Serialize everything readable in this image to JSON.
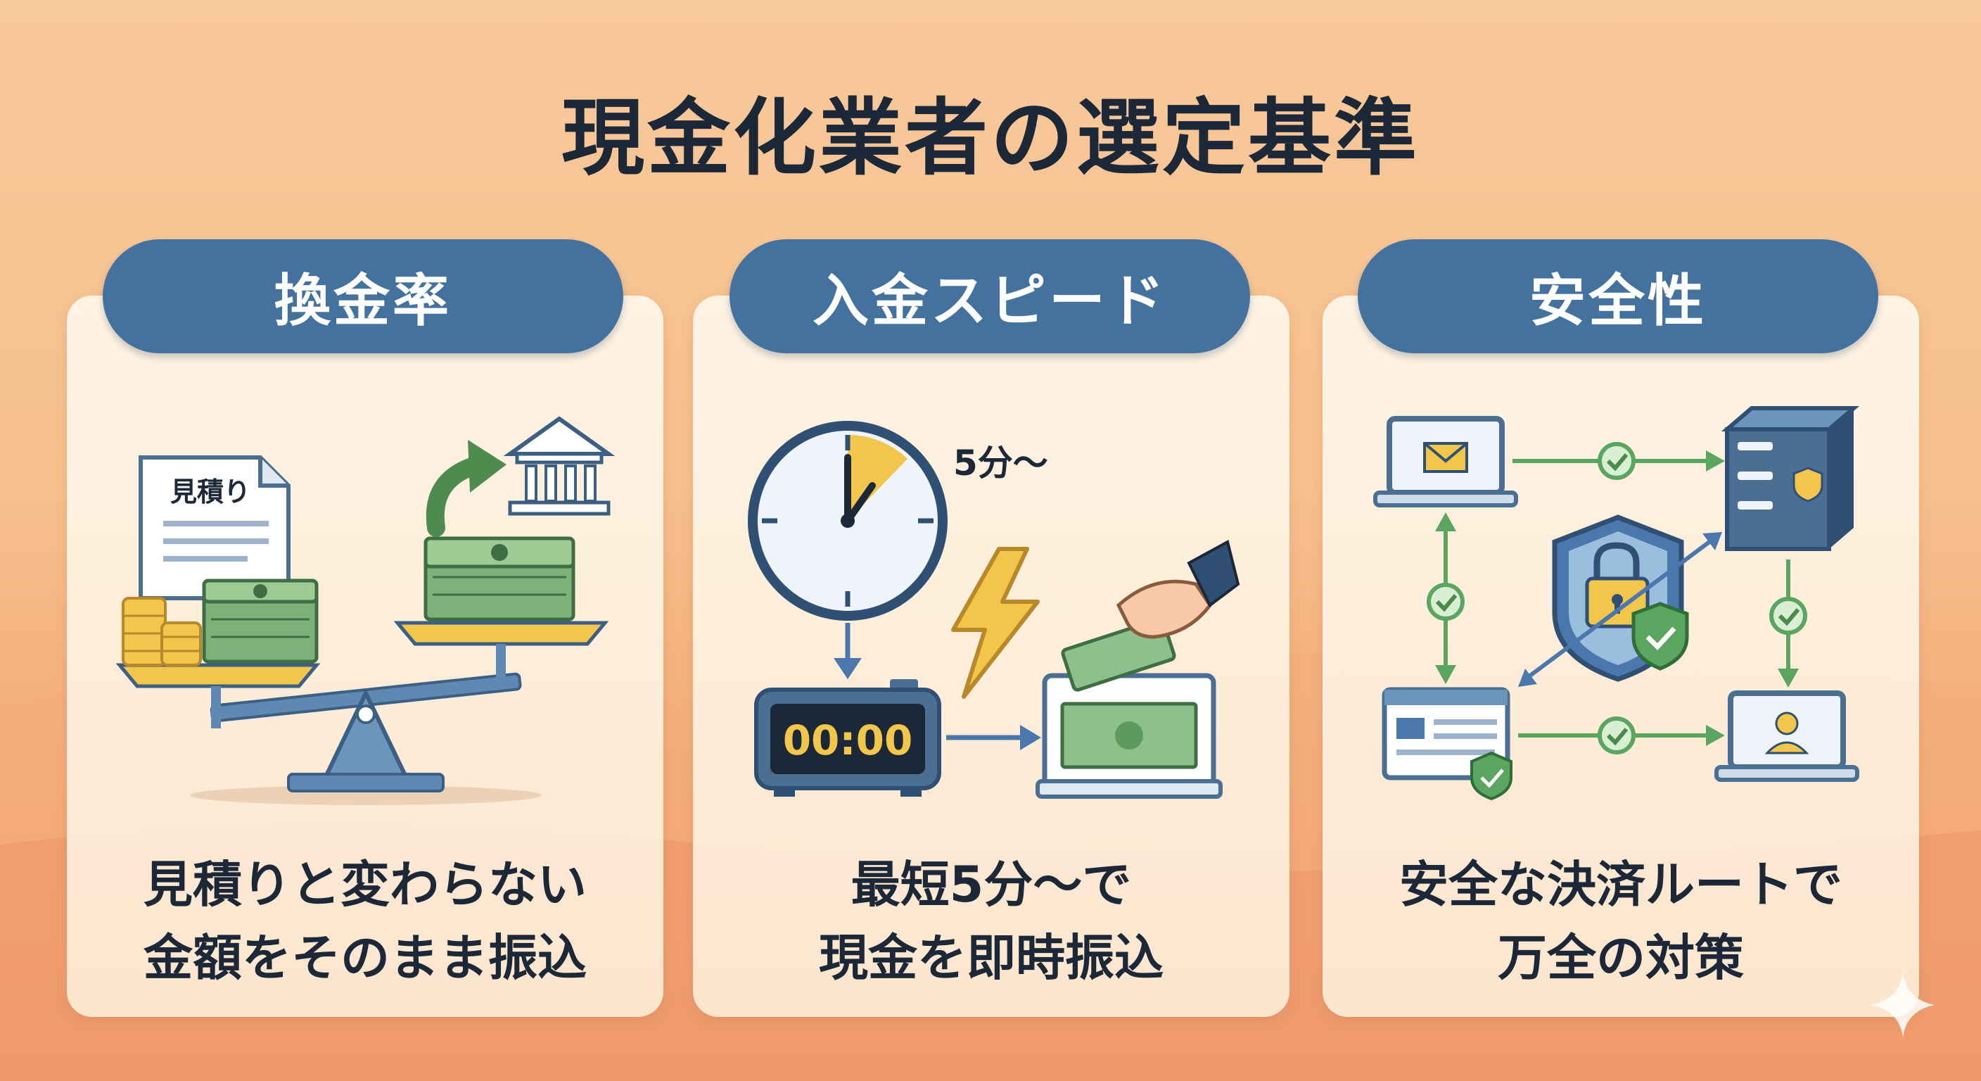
{
  "title": "現金化業者の選定基準",
  "cards": [
    {
      "heading": "換金率",
      "doc_label": "見積り",
      "caption_line1": "見積りと変わらない",
      "caption_line2": "金額をそのまま振込"
    },
    {
      "heading": "入金スピード",
      "time_label": "5分〜",
      "digital_time": "00:00",
      "caption_line1": "最短5分〜で",
      "caption_line2": "現金を即時振込"
    },
    {
      "heading": "安全性",
      "caption_line1": "安全な決済ルートで",
      "caption_line2": "万全の対策"
    }
  ],
  "colors": {
    "heading_bg": "#43729f",
    "title_text": "#1c2738",
    "accent_green": "#5aa55f",
    "accent_blue": "#4a78ad",
    "gold": "#f2c64a"
  }
}
